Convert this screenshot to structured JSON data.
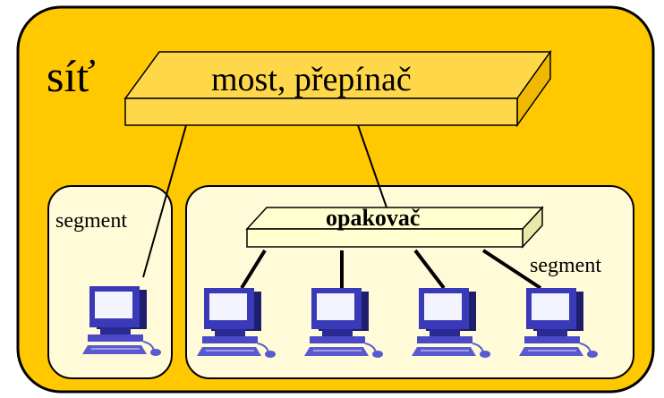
{
  "network": {
    "label": "síť",
    "fill_color": "#FFC800",
    "border_color": "#000000"
  },
  "bridge": {
    "label": "most, přepínač",
    "fill_color": "#FFD84A",
    "side_color": "#F0B800"
  },
  "segments": [
    {
      "label": "segment",
      "fill_color": "#FFFBD8"
    },
    {
      "label": "segment",
      "fill_color": "#FFFBD8"
    }
  ],
  "repeater": {
    "label": "opakovač",
    "fill_color": "#FFFFD0"
  },
  "computers": [
    {
      "icon": "computer-icon",
      "segment": 1
    },
    {
      "icon": "computer-icon",
      "segment": 2
    },
    {
      "icon": "computer-icon",
      "segment": 2
    },
    {
      "icon": "computer-icon",
      "segment": 2
    },
    {
      "icon": "computer-icon",
      "segment": 2
    }
  ],
  "colors": {
    "monitor_frame": "#3A3AB8",
    "monitor_screen": "#F4F4FF",
    "keyboard": "#5A5AD0",
    "cable": "#000000"
  }
}
